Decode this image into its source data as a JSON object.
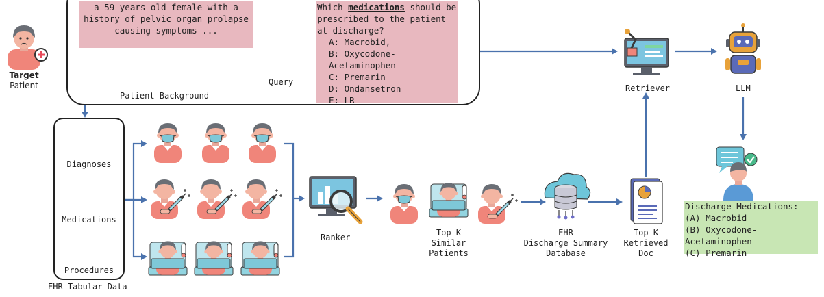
{
  "target_patient": {
    "line1": "Target",
    "line2": "Patient"
  },
  "patient_background": {
    "text": "a 59 years old female with a history of pelvic organ prolapse causing symptoms ...",
    "label": "Patient Background"
  },
  "query": {
    "label": "Query",
    "question_pre": "Which ",
    "question_keyword": "medications",
    "question_post": " should be prescribed to the patient at discharge?",
    "options": [
      "A: Macrobid,",
      "B: Oxycodone-Acetaminophen",
      "C: Premarin",
      "D: Ondansetron",
      "E: LR"
    ]
  },
  "ehr": {
    "tables": [
      "Diagnoses",
      "Medications",
      "Procedures"
    ],
    "label": "EHR Tabular Data"
  },
  "ranker": {
    "label": "Ranker"
  },
  "top_k_patients": {
    "line1": "Top-K",
    "line2": "Similar",
    "line3": "Patients"
  },
  "database": {
    "line1": "EHR",
    "line2": "Discharge Summary",
    "line3": "Database"
  },
  "top_k_doc": {
    "line1": "Top-K",
    "line2": "Retrieved",
    "line3": "Doc"
  },
  "retriever": {
    "label": "Retriever"
  },
  "llm": {
    "label": "LLM"
  },
  "discharge": {
    "title": "Discharge Medications:",
    "items": [
      "(A) Macrobid",
      "(B) Oxycodone-Acetaminophen",
      "(C) Premarin"
    ]
  },
  "colors": {
    "arrow": "#4a72ad",
    "pink": "#e8b8bf",
    "green": "#c8e6b4",
    "skin": "#f0857a",
    "hair": "#6a6e75",
    "mask": "#7ec8d8",
    "bed": "#92d4e0"
  }
}
